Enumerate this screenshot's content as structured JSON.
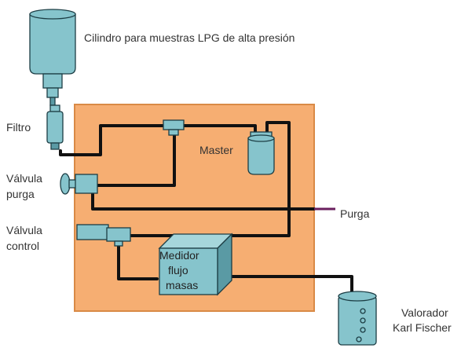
{
  "labels": {
    "cilindro": "Cilindro para muestras LPG de alta presión",
    "filtro": "Filtro",
    "master": "Master",
    "valvula_purga_1": "Válvula",
    "valvula_purga_2": "purga",
    "purga": "Purga",
    "valvula_control_1": "Válvula",
    "valvula_control_2": "control",
    "medidor_1": "Medidor",
    "medidor_2": "flujo",
    "medidor_3": "masas",
    "valorador_1": "Valorador",
    "valorador_2": "Karl Fischer"
  },
  "colors": {
    "panel_fill": "#f6ae72",
    "panel_stroke": "#d98a46",
    "component_fill": "#86c4cc",
    "pipe": "#111111",
    "purge_line": "#6a1f5e"
  }
}
